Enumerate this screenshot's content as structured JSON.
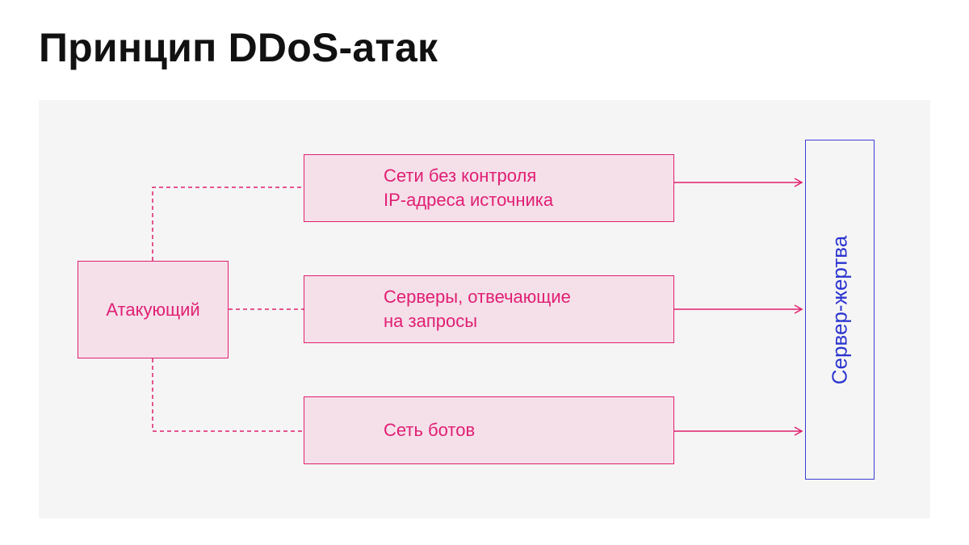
{
  "title": "Принцип DDoS-атак",
  "diagram": {
    "attacker": {
      "label": "Атакующий"
    },
    "sources": [
      {
        "label": "Сети без контроля\nIP-адреса источника"
      },
      {
        "label": "Серверы, отвечающие\nна запросы"
      },
      {
        "label": "Сеть ботов"
      }
    ],
    "victim": {
      "label": "Сервер-жертва"
    }
  },
  "colors": {
    "accent": "#e0206e",
    "accent_fill": "#f5e0ea",
    "victim": "#3a3fd3",
    "canvas": "#f5f5f5",
    "title": "#111111"
  }
}
